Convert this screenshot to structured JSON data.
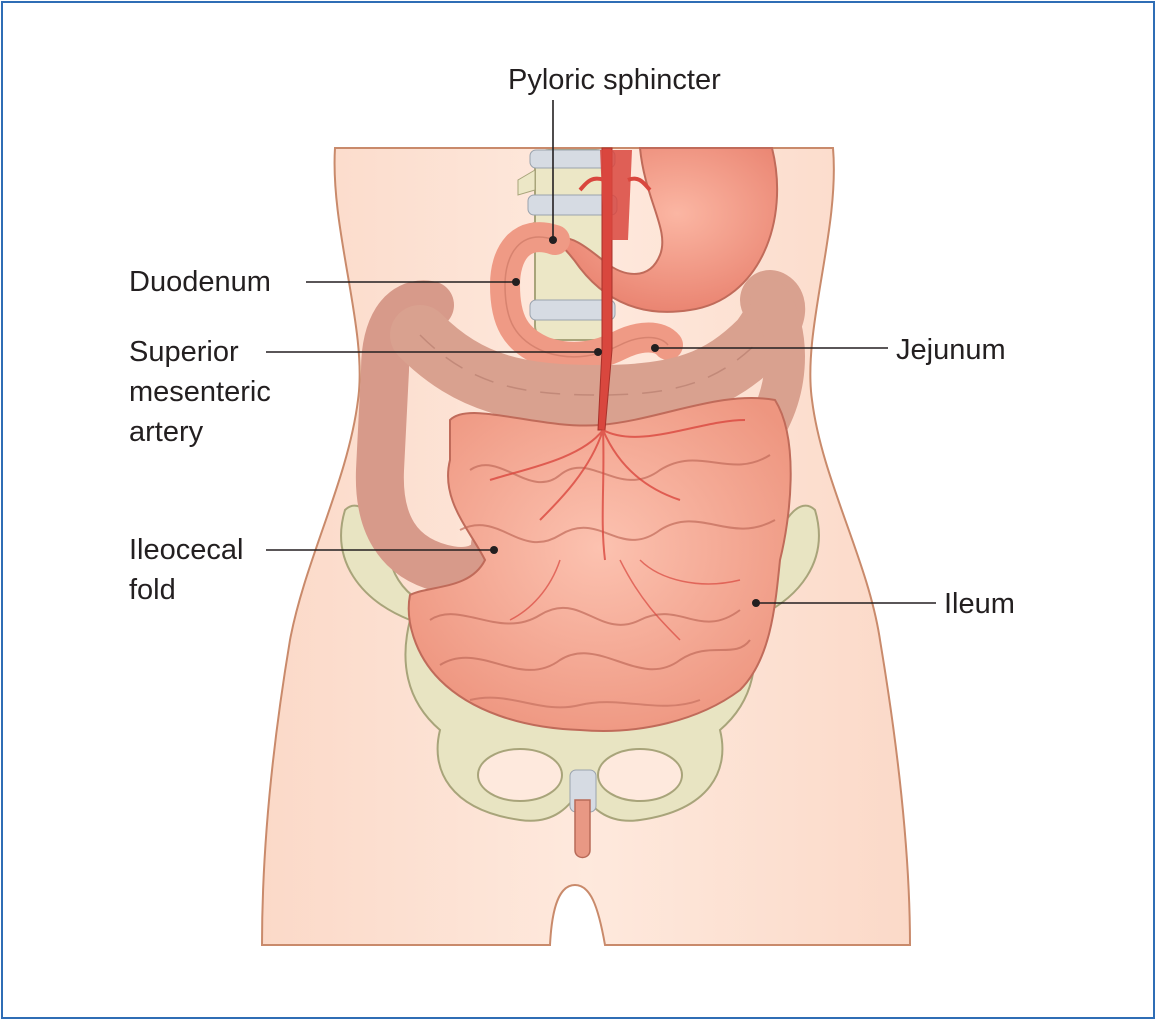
{
  "labels": {
    "pyloric_sphincter": "Pyloric sphincter",
    "duodenum": "Duodenum",
    "superior_mesenteric_artery": [
      "Superior",
      "mesenteric",
      "artery"
    ],
    "ileocecal_fold": [
      "Ileocecal",
      "fold"
    ],
    "jejunum": "Jejunum",
    "ileum": "Ileum"
  },
  "colors": {
    "frame": "#2f6db5",
    "skin": "#fde6da",
    "skin_outline": "#c98a6b",
    "bone": "#e8e4c2",
    "bone_outline": "#a8a47a",
    "small_intestine": "#f5a994",
    "large_intestine": "#d9998a",
    "stomach": "#f49c8a",
    "artery": "#d9473e",
    "leader_line": "#231f20"
  }
}
